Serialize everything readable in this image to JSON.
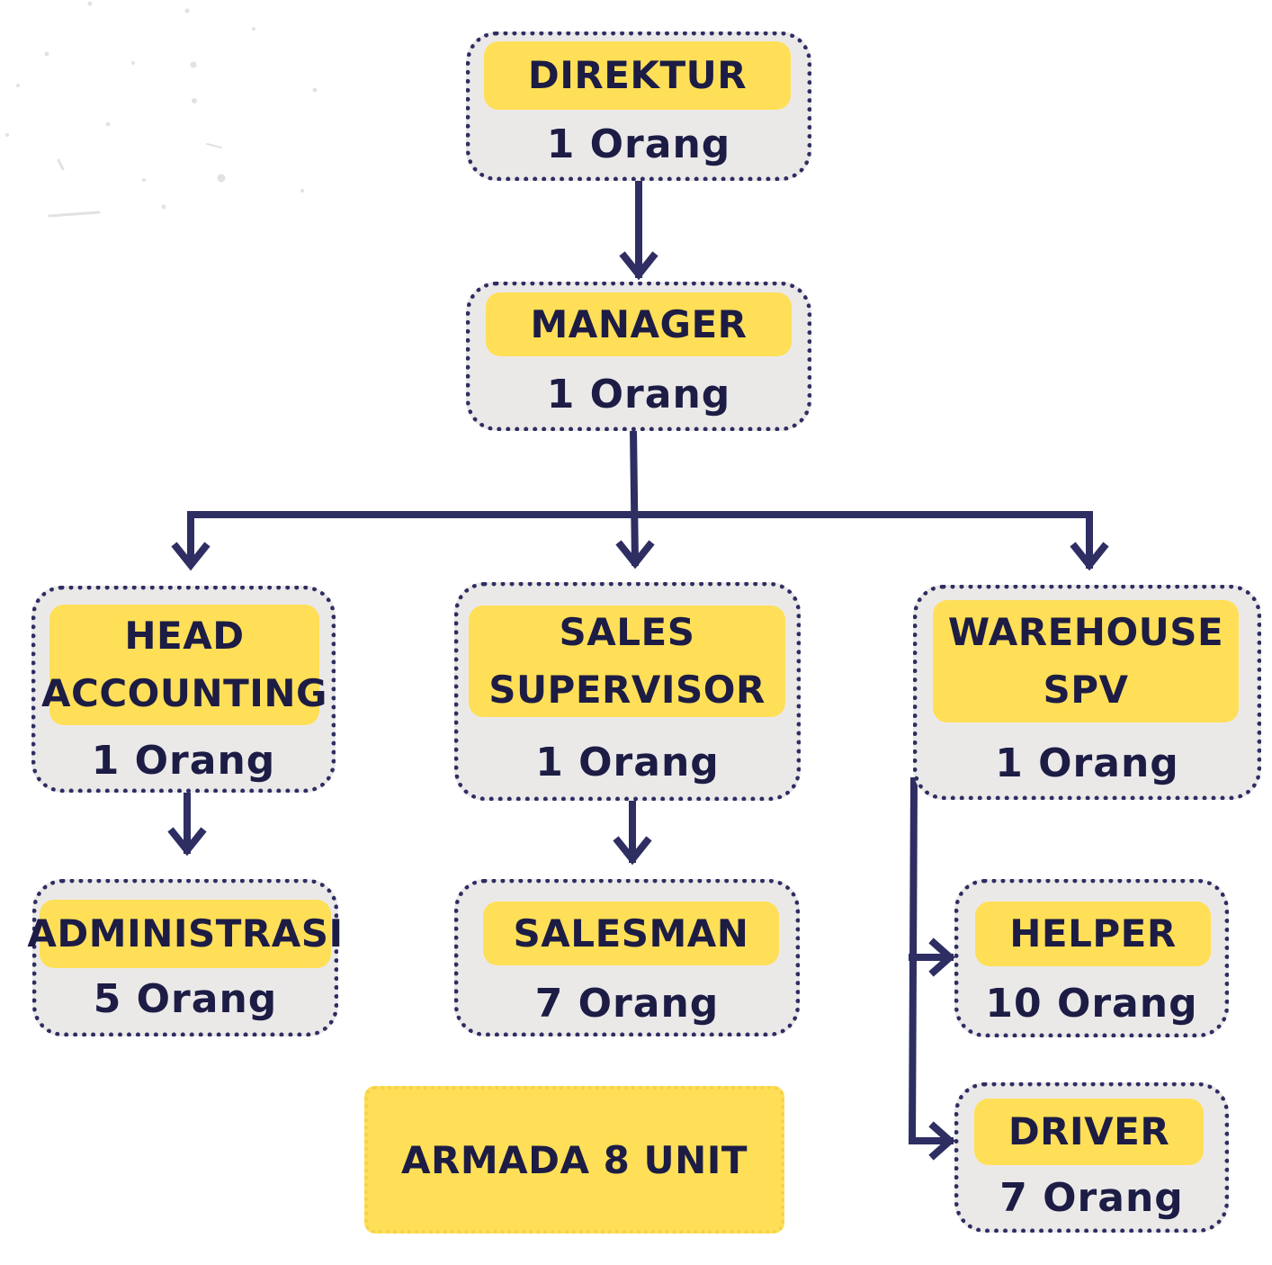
{
  "colors": {
    "title_fill": "#ffdf57",
    "box_fill": "#ebe9e8",
    "border": "#2e2e63",
    "text": "#1c1c45"
  },
  "nodes": {
    "direktur": {
      "title": "DIREKTUR",
      "count": "1 Orang"
    },
    "manager": {
      "title": "MANAGER",
      "count": "1 Orang"
    },
    "head_accounting": {
      "title": "HEAD\nACCOUNTING",
      "count": "1 Orang"
    },
    "sales_supervisor": {
      "title": "SALES\nSUPERVISOR",
      "count": "1 Orang"
    },
    "warehouse_spv": {
      "title": "WAREHOUSE\nSPV",
      "count": "1 Orang"
    },
    "administrasi": {
      "title": "ADMINISTRASI",
      "count": "5 Orang"
    },
    "salesman": {
      "title": "SALESMAN",
      "count": "7 Orang"
    },
    "helper": {
      "title": "HELPER",
      "count": "10 Orang"
    },
    "driver": {
      "title": "DRIVER",
      "count": "7 Orang"
    }
  },
  "armada": {
    "label": "ARMADA 8 UNIT"
  }
}
